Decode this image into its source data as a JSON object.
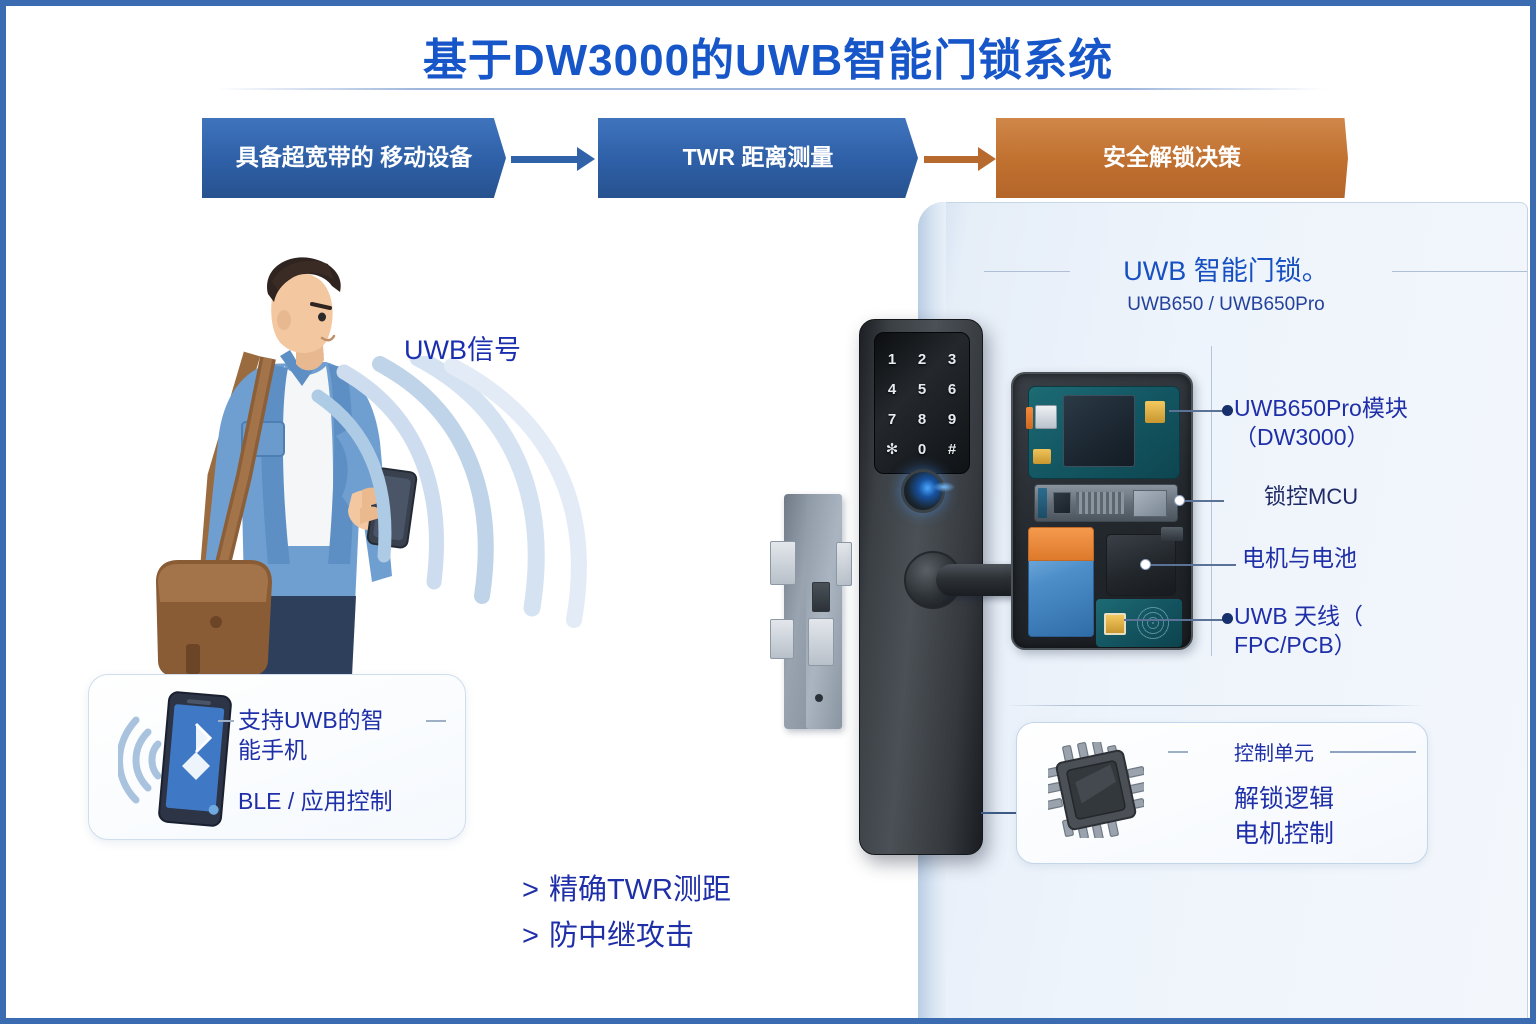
{
  "title": "基于DW3000的UWB智能门锁系统",
  "flow": {
    "steps": [
      {
        "label": "具备超宽带的\n移动设备",
        "color": "#2e5fa6"
      },
      {
        "label": "TWR 距离测量",
        "color": "#2e5fa6"
      },
      {
        "label": "安全解锁决策",
        "color": "#c0702f"
      }
    ]
  },
  "left": {
    "uwb_signal_label": "UWB信号",
    "phone_card": {
      "line1": "支持UWB的智\n能手机",
      "line2": "BLE / 应用控制",
      "icon": "bluetooth-phone-icon"
    },
    "bullets": [
      {
        "caret": ">",
        "text": "精确TWR测距"
      },
      {
        "caret": ">",
        "text": "防中继攻击"
      }
    ]
  },
  "right": {
    "lock_title": "UWB 智能门锁。",
    "lock_subtitle": "UWB650 / UWB650Pro",
    "keypad": [
      "1",
      "2",
      "3",
      "4",
      "5",
      "6",
      "7",
      "8",
      "9",
      "✻",
      "0",
      "#"
    ],
    "callouts": [
      {
        "label": "UWB650Pro模块\n（DW3000）"
      },
      {
        "label": "锁控MCU"
      },
      {
        "label": "电机与电池"
      },
      {
        "label": "UWB 天线（\nFPC/PCB）"
      }
    ],
    "control_unit": {
      "heading": "控制单元",
      "body": "解锁逻辑\n电机控制",
      "icon": "chip-icon"
    }
  },
  "colors": {
    "title_blue": "#1756C8",
    "text_blue": "#1f2fa8",
    "flow_blue": "#2e5fa6",
    "flow_orange": "#c0702f",
    "frame_border": "#3b6bb0",
    "door_panel": "#eef4fb"
  }
}
